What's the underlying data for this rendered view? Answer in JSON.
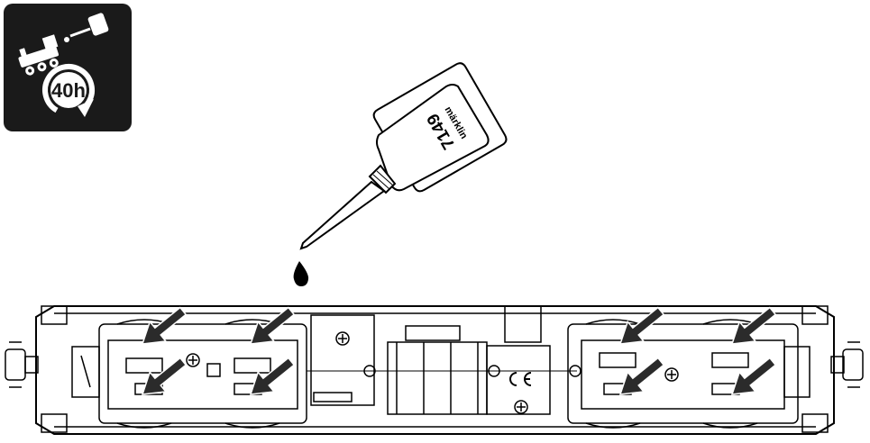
{
  "maintenance_badge": {
    "interval_label": "40h",
    "icons": [
      "oil-can-icon",
      "steam-locomotive-icon",
      "rotation-arrow-icon"
    ]
  },
  "oil_bottle": {
    "brand_label": "märklin",
    "product_code": "7149",
    "icons": [
      "oil-bottle-icon",
      "oil-drop-icon"
    ]
  },
  "locomotive": {
    "view": "underside",
    "lubrication_points": 8,
    "icons": [
      "lubrication-arrow-icon",
      "screw-icon",
      "ce-mark-icon"
    ]
  },
  "colors": {
    "ink": "#000000",
    "paper": "#ffffff",
    "badge_background": "#1a1a1a",
    "arrow_fill": "#2b2b2b",
    "line_gray": "#555555"
  }
}
